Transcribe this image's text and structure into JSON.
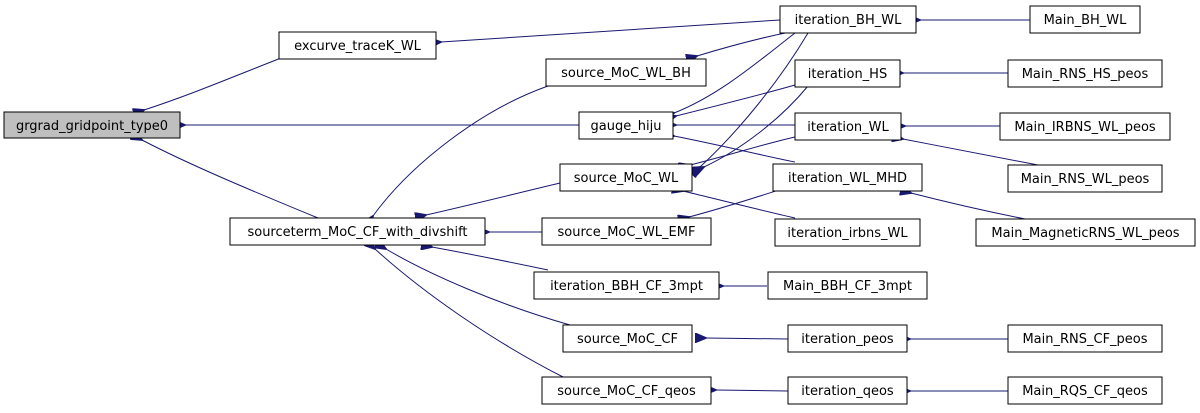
{
  "diagram": {
    "type": "call-graph",
    "colors": {
      "edge": "#191970",
      "root_fill": "#bfbfbf",
      "node_fill": "#ffffff",
      "node_border": "#000000"
    },
    "nodes": {
      "grgrad": "grgrad_gridpoint_type0",
      "excurve": "excurve_traceK_WL",
      "sourceterm": "sourceterm_MoC_CF_with_divshift",
      "gauge": "gauge_hiju",
      "srcBH": "source_MoC_WL_BH",
      "srcWL": "source_MoC_WL",
      "srcEMF": "source_MoC_WL_EMF",
      "iterBBH": "iteration_BBH_CF_3mpt",
      "srcCF": "source_MoC_CF",
      "srcCFq": "source_MoC_CF_qeos",
      "iterBH": "iteration_BH_WL",
      "iterHS": "iteration_HS",
      "iterWL": "iteration_WL",
      "iterMHD": "iteration_WL_MHD",
      "iterIrbns": "iteration_irbns_WL",
      "mainBBH": "Main_BBH_CF_3mpt",
      "iterPeos": "iteration_peos",
      "iterQeos": "iteration_qeos",
      "mainBH": "Main_BH_WL",
      "mainHS": "Main_RNS_HS_peos",
      "mainIRBNS": "Main_IRBNS_WL_peos",
      "mainRNSWL": "Main_RNS_WL_peos",
      "mainMag": "Main_MagneticRNS_WL_peos",
      "mainRNSCF": "Main_RNS_CF_peos",
      "mainRQS": "Main_RQS_CF_qeos"
    }
  }
}
